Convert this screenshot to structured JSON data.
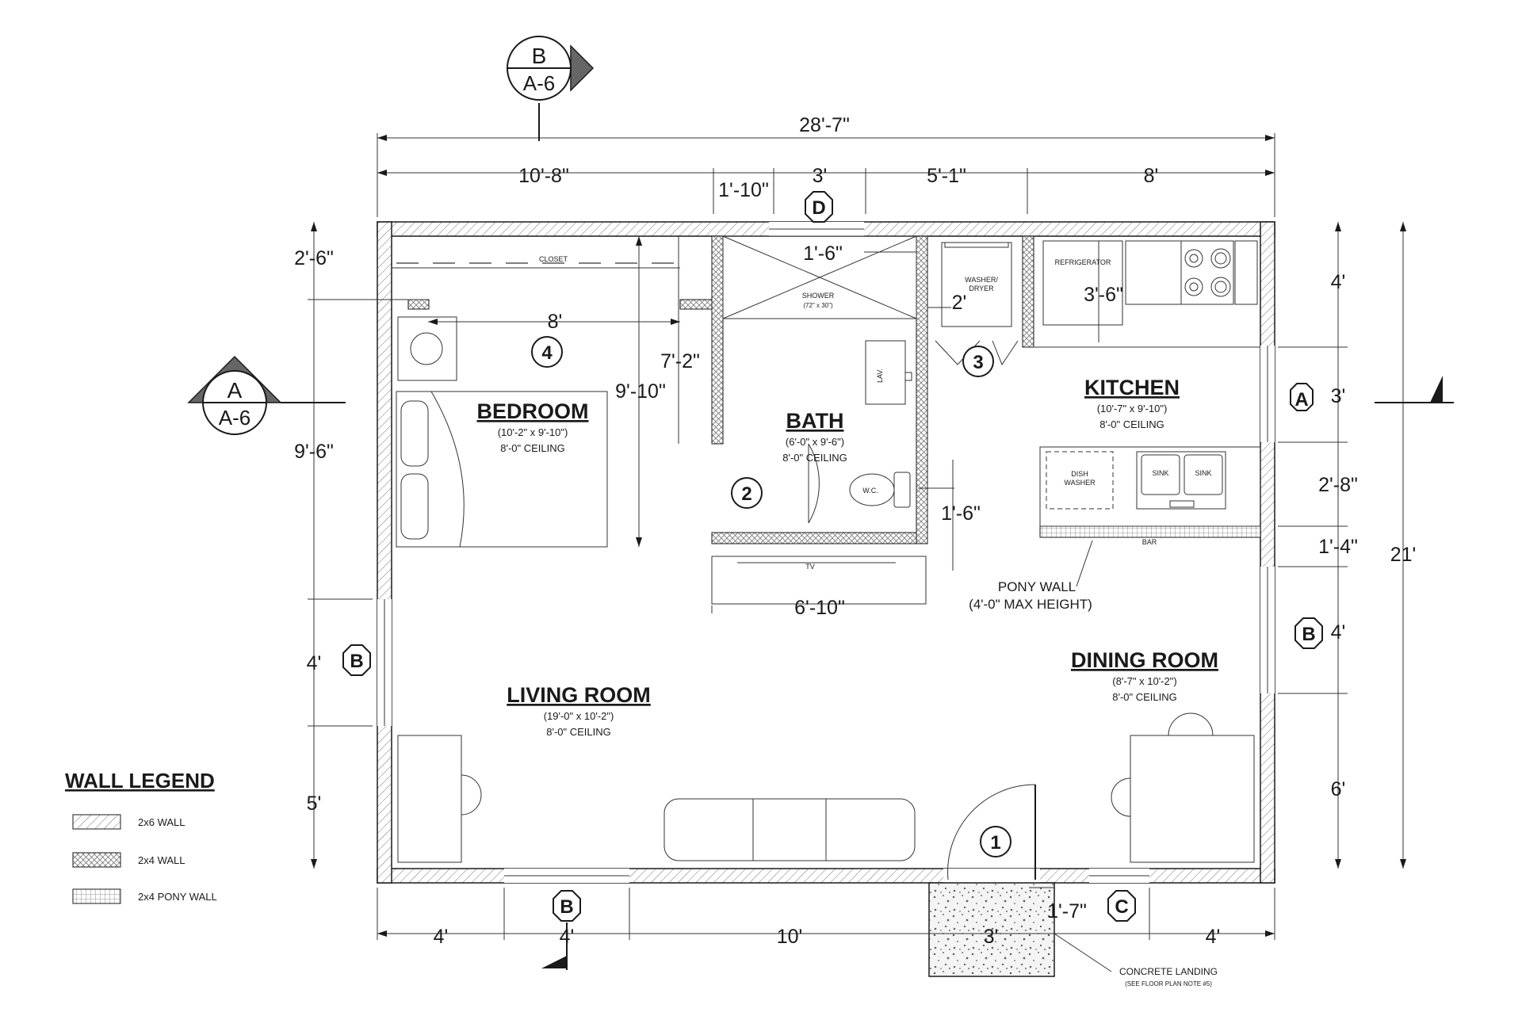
{
  "dimensions": {
    "overall_width": "28'-7\"",
    "top_1": "10'-8\"",
    "top_2": "1'-10\"",
    "top_3": "3'",
    "top_4": "5'-1\"",
    "top_5": "8'",
    "left_1": "2'-6\"",
    "left_2": "9'-6\"",
    "left_3": "4'",
    "left_4": "5'",
    "right_1": "4'",
    "right_2": "3'",
    "right_3": "2'-8\"",
    "right_4": "1'-4\"",
    "right_5": "4'",
    "right_6": "6'",
    "overall_height": "21'",
    "bottom_1": "4'",
    "bottom_2": "4'",
    "bottom_3": "10'",
    "bottom_4": "3'",
    "bottom_5": "1'-7\"",
    "bottom_6": "4'",
    "closet_8": "8'",
    "bedroom_9_10": "9'-10\"",
    "bath_7_2": "7'-2\"",
    "shower_1_6": "1'-6\"",
    "washer_2": "2'",
    "fridge_3_6": "3'-6\"",
    "wc_1_6": "1'-6\"",
    "tv_6_10": "6'-10\""
  },
  "section_markers": {
    "top_letter": "B",
    "top_sheet": "A-6",
    "left_letter": "A",
    "left_sheet": "A-6"
  },
  "tags": {
    "door_1": "1",
    "door_2": "2",
    "door_3": "3",
    "door_4": "4",
    "window_a": "A",
    "window_b_left": "B",
    "window_b_right": "B",
    "window_b_bottom": "B",
    "window_c": "C",
    "window_d": "D"
  },
  "rooms": {
    "bedroom": {
      "name": "BEDROOM",
      "size": "(10'-2\" x 9'-10\")",
      "ceiling": "8'-0\" CEILING"
    },
    "bath": {
      "name": "BATH",
      "size": "(6'-0\" x 9'-6\")",
      "ceiling": "8'-0\" CEILING"
    },
    "kitchen": {
      "name": "KITCHEN",
      "size": "(10'-7\" x 9'-10\")",
      "ceiling": "8'-0\" CEILING"
    },
    "living": {
      "name": "LIVING ROOM",
      "size": "(19'-0\" x 10'-2\")",
      "ceiling": "8'-0\" CEILING"
    },
    "dining": {
      "name": "DINING ROOM",
      "size": "(8'-7\" x 10'-2\")",
      "ceiling": "8'-0\" CEILING"
    }
  },
  "fixtures": {
    "closet": "CLOSET",
    "shower": "SHOWER",
    "shower_size": "(72\" x 30\")",
    "lav": "LAV.",
    "wc": "W.C.",
    "washer_line1": "WASHER/",
    "washer_line2": "DRYER",
    "refrigerator": "REFRIGERATOR",
    "dish_line1": "DISH",
    "dish_line2": "WASHER",
    "sink_1": "SINK",
    "sink_2": "SINK",
    "bar": "BAR",
    "tv": "TV"
  },
  "notes": {
    "pony_wall_1": "PONY WALL",
    "pony_wall_2": "(4'-0\" MAX HEIGHT)",
    "landing_1": "CONCRETE LANDING",
    "landing_2": "(SEE FLOOR PLAN NOTE #5)"
  },
  "legend": {
    "title": "WALL LEGEND",
    "items": [
      "2x6 WALL",
      "2x4 WALL",
      "2x4 PONY WALL"
    ]
  }
}
